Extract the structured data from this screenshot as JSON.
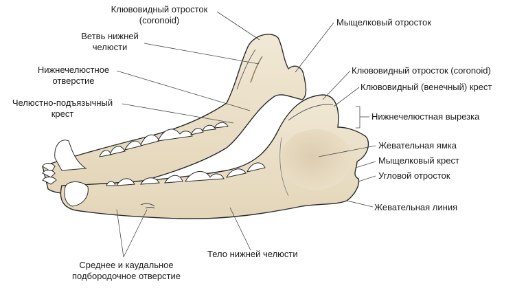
{
  "diagram": {
    "subject": "Нижняя челюсть собаки (латеральный и медиальный вид)",
    "colors": {
      "bone": "#ede3cc",
      "bone_shadow": "#d8c7a6",
      "outline": "#2a2a2a",
      "teeth": "#ffffff",
      "leader_line": "#444444",
      "text": "#1a1a1a"
    },
    "labels": {
      "coronoid_top_1": "Клювовидный отросток",
      "coronoid_top_2": "(coronoid)",
      "ramus_1": "Ветвь нижней",
      "ramus_2": "челюсти",
      "mandibular_foramen_1": "Нижнечелюстное",
      "mandibular_foramen_2": "отверстие",
      "mylohyoid_1": "Челюстно-подъязычный",
      "mylohyoid_2": "крест",
      "condylar_process_top": "Мыщелковый отросток",
      "coronoid_right": "Клювовидный отросток (coronoid)",
      "coronoid_crest": "Клювовидный (венечный) крест",
      "mandibular_notch": "Нижнечелюстная вырезка",
      "masseteric_fossa": "Жевательная ямка",
      "condylar_crest": "Мыщелковый крест",
      "angular_process": "Угловой отросток",
      "masseteric_line": "Жевательная линия",
      "body": "Тело нижней челюсти",
      "mental_foramina_1": "Среднее и каудальное",
      "mental_foramina_2": "подбородочное отверстие"
    }
  }
}
